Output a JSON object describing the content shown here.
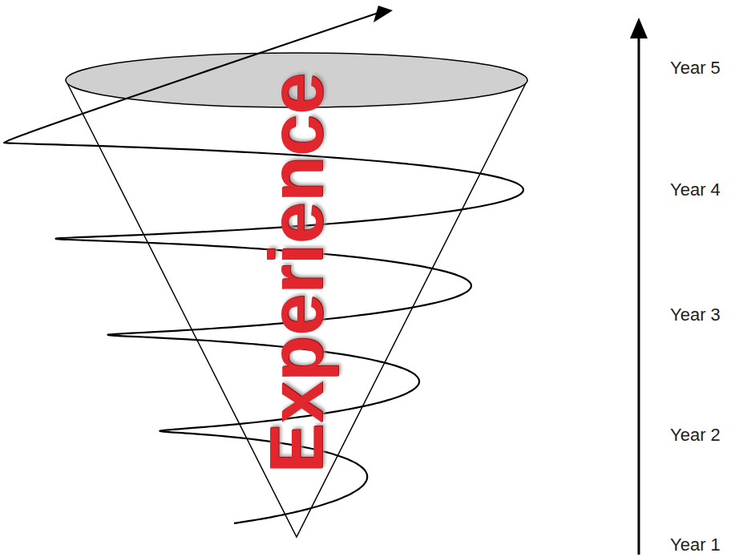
{
  "diagram": {
    "nodes": [
      {
        "text": [
          "Experience"
        ]
      }
    ],
    "labels": [
      "Year 5",
      "Year 4",
      "Year 3",
      "Year 2",
      "Year 1"
    ]
  }
}
